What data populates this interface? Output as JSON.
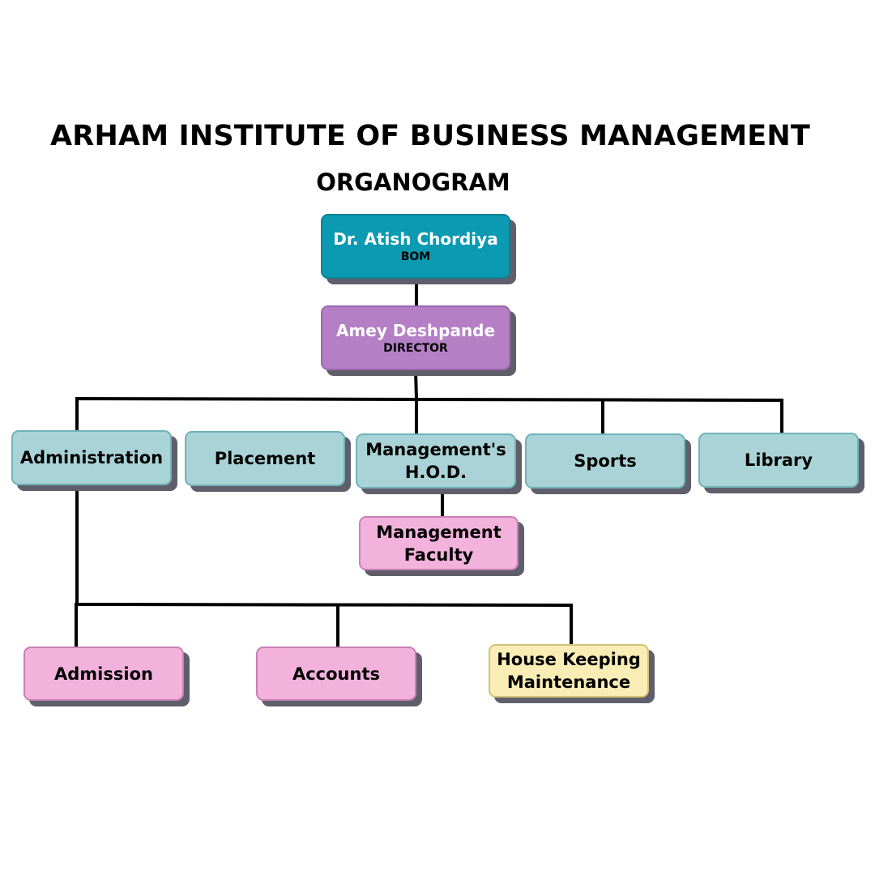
{
  "title": "ARHAM INSTITUTE OF BUSINESS MANAGEMENT",
  "subtitle": "ORGANOGRAM",
  "nodes": {
    "bom": {
      "name": "Dr. Atish Chordiya",
      "role": "BOM"
    },
    "director": {
      "name": "Amey Deshpande",
      "role": "DIRECTOR"
    },
    "administration": {
      "label": "Administration"
    },
    "placement": {
      "label": "Placement"
    },
    "hod": {
      "line1": "Management's",
      "line2": "H.O.D."
    },
    "sports": {
      "label": "Sports"
    },
    "library": {
      "label": "Library"
    },
    "faculty": {
      "line1": "Management",
      "line2": "Faculty"
    },
    "admission": {
      "label": "Admission"
    },
    "accounts": {
      "label": "Accounts"
    },
    "housekeeping": {
      "line1": "House Keeping",
      "line2": "Maintenance"
    }
  },
  "colors": {
    "bom": "#0b9ab1",
    "director": "#b57fc6",
    "department": "#a9d3d6",
    "sub_unit": "#f2b2dc",
    "housekeeping": "#f9edb5",
    "connector": "#000000"
  }
}
